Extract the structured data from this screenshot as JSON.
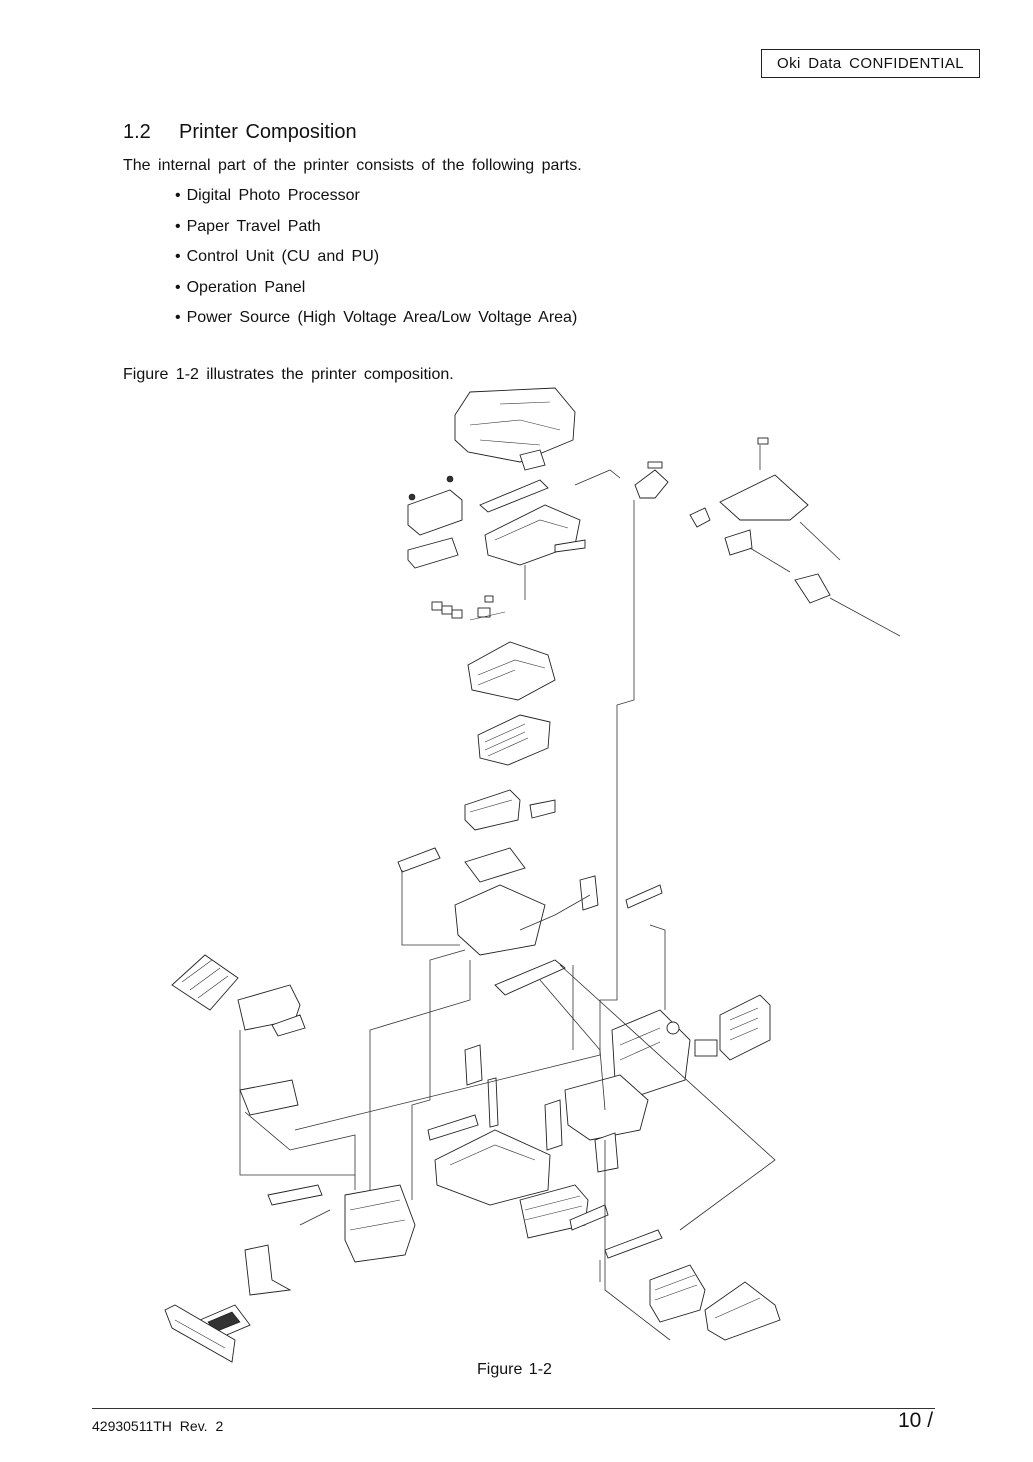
{
  "header": {
    "confidential_label": "Oki Data CONFIDENTIAL"
  },
  "section": {
    "number": "1.2",
    "title": "Printer Composition"
  },
  "intro_text": "The internal part of the printer consists of the following parts.",
  "parts": [
    "Digital Photo Processor",
    "Paper Travel Path",
    "Control Unit (CU and PU)",
    "Operation Panel",
    "Power Source (High Voltage Area/Low Voltage Area)"
  ],
  "figure_reference_text": "Figure 1-2 illustrates the printer composition.",
  "figure": {
    "caption": "Figure 1-2"
  },
  "footer": {
    "doc_id": "42930511TH  Rev. 2",
    "page_number": "10 /"
  }
}
